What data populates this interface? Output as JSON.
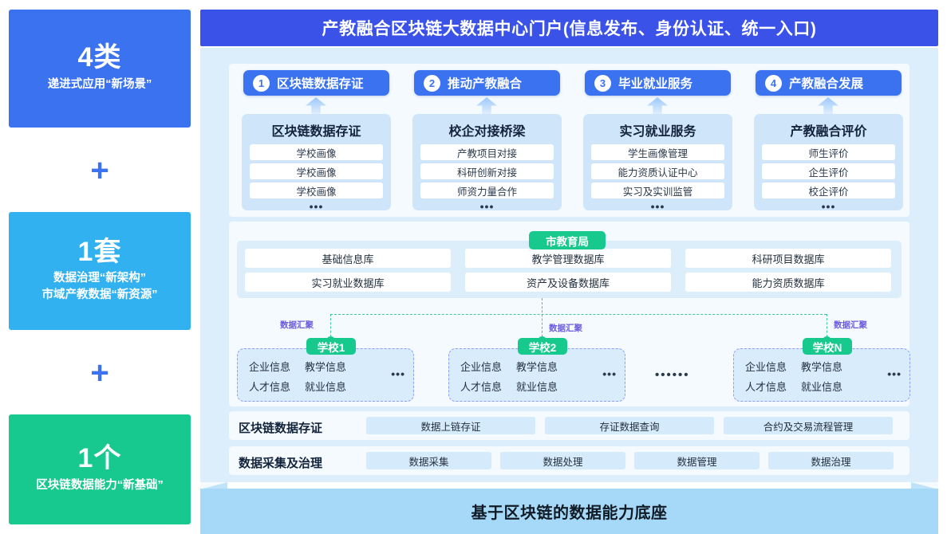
{
  "sidebar": {
    "cards": [
      {
        "big": "4类",
        "sub": "递进式应用“新场景”",
        "color": "#3a72f0"
      },
      {
        "big": "1套",
        "sub": "数据治理“新架构”\n市域产教数据“新资源”",
        "sub1": "数据治理“新架构”",
        "sub2": "市域产教数据“新资源”",
        "color": "#31b1ef"
      },
      {
        "big": "1个",
        "sub": "区块链数据能力“新基础”",
        "color": "#17c98e"
      }
    ],
    "plus": "+"
  },
  "header": {
    "title": "产教融合区块链大数据中心门户(信息发布、身份认证、统一入口)"
  },
  "scenarios": [
    {
      "num": "①",
      "num_text": "1",
      "pill_label": "区块链数据存证",
      "card_title": "区块链数据存证",
      "rows": [
        "学校画像",
        "学校画像",
        "学校画像"
      ],
      "dots": "•••"
    },
    {
      "num": "②",
      "num_text": "2",
      "pill_label": "推动产教融合",
      "card_title": "校企对接桥梁",
      "rows": [
        "产教项目对接",
        "科研创新对接",
        "师资力量合作"
      ],
      "dots": "•••"
    },
    {
      "num": "③",
      "num_text": "3",
      "pill_label": "毕业就业服务",
      "card_title": "实习就业服务",
      "rows": [
        "学生画像管理",
        "能力资质认证中心",
        "实习及实训监管"
      ],
      "dots": "•••"
    },
    {
      "num": "④",
      "num_text": "4",
      "pill_label": "产教融合发展",
      "card_title": "产教融合评价",
      "rows": [
        "师生评价",
        "企生评价",
        "校企评价"
      ],
      "dots": "•••"
    }
  ],
  "bureau": {
    "badge": "市教育局",
    "databases": [
      "基础信息库",
      "教学管理数据库",
      "科研项目数据库",
      "实习就业数据库",
      "资产及设备数据库",
      "能力资质数据库"
    ]
  },
  "aggregation": {
    "label": "数据汇聚",
    "labels": [
      "数据汇聚",
      "数据汇聚",
      "数据汇聚"
    ],
    "ellipsis": "••••••"
  },
  "schools": [
    {
      "badge": "学校1",
      "items": [
        "企业信息",
        "教学信息",
        "人才信息",
        "就业信息"
      ],
      "dots": "•••"
    },
    {
      "badge": "学校2",
      "items": [
        "企业信息",
        "教学信息",
        "人才信息",
        "就业信息"
      ],
      "dots": "•••"
    },
    {
      "badge": "学校N",
      "items": [
        "企业信息",
        "教学信息",
        "人才信息",
        "就业信息"
      ],
      "dots": "•••"
    }
  ],
  "bottom_rows": [
    {
      "label": "区块链数据存证",
      "cells": [
        "数据上链存证",
        "存证数据查询",
        "合约及交易流程管理"
      ]
    },
    {
      "label": "数据采集及治理",
      "cells": [
        "数据采集",
        "数据处理",
        "数据管理",
        "数据治理"
      ]
    }
  ],
  "footer": {
    "title": "基于区块链的数据能力底座"
  },
  "colors": {
    "brand_blue": "#3a72f0",
    "title_blue": "#3a52e8",
    "cyan": "#31b1ef",
    "green": "#17c98e",
    "panel_blue": "#dcedfb",
    "base_blue": "#a6d9f7",
    "purple_label": "#6b5ae0"
  }
}
